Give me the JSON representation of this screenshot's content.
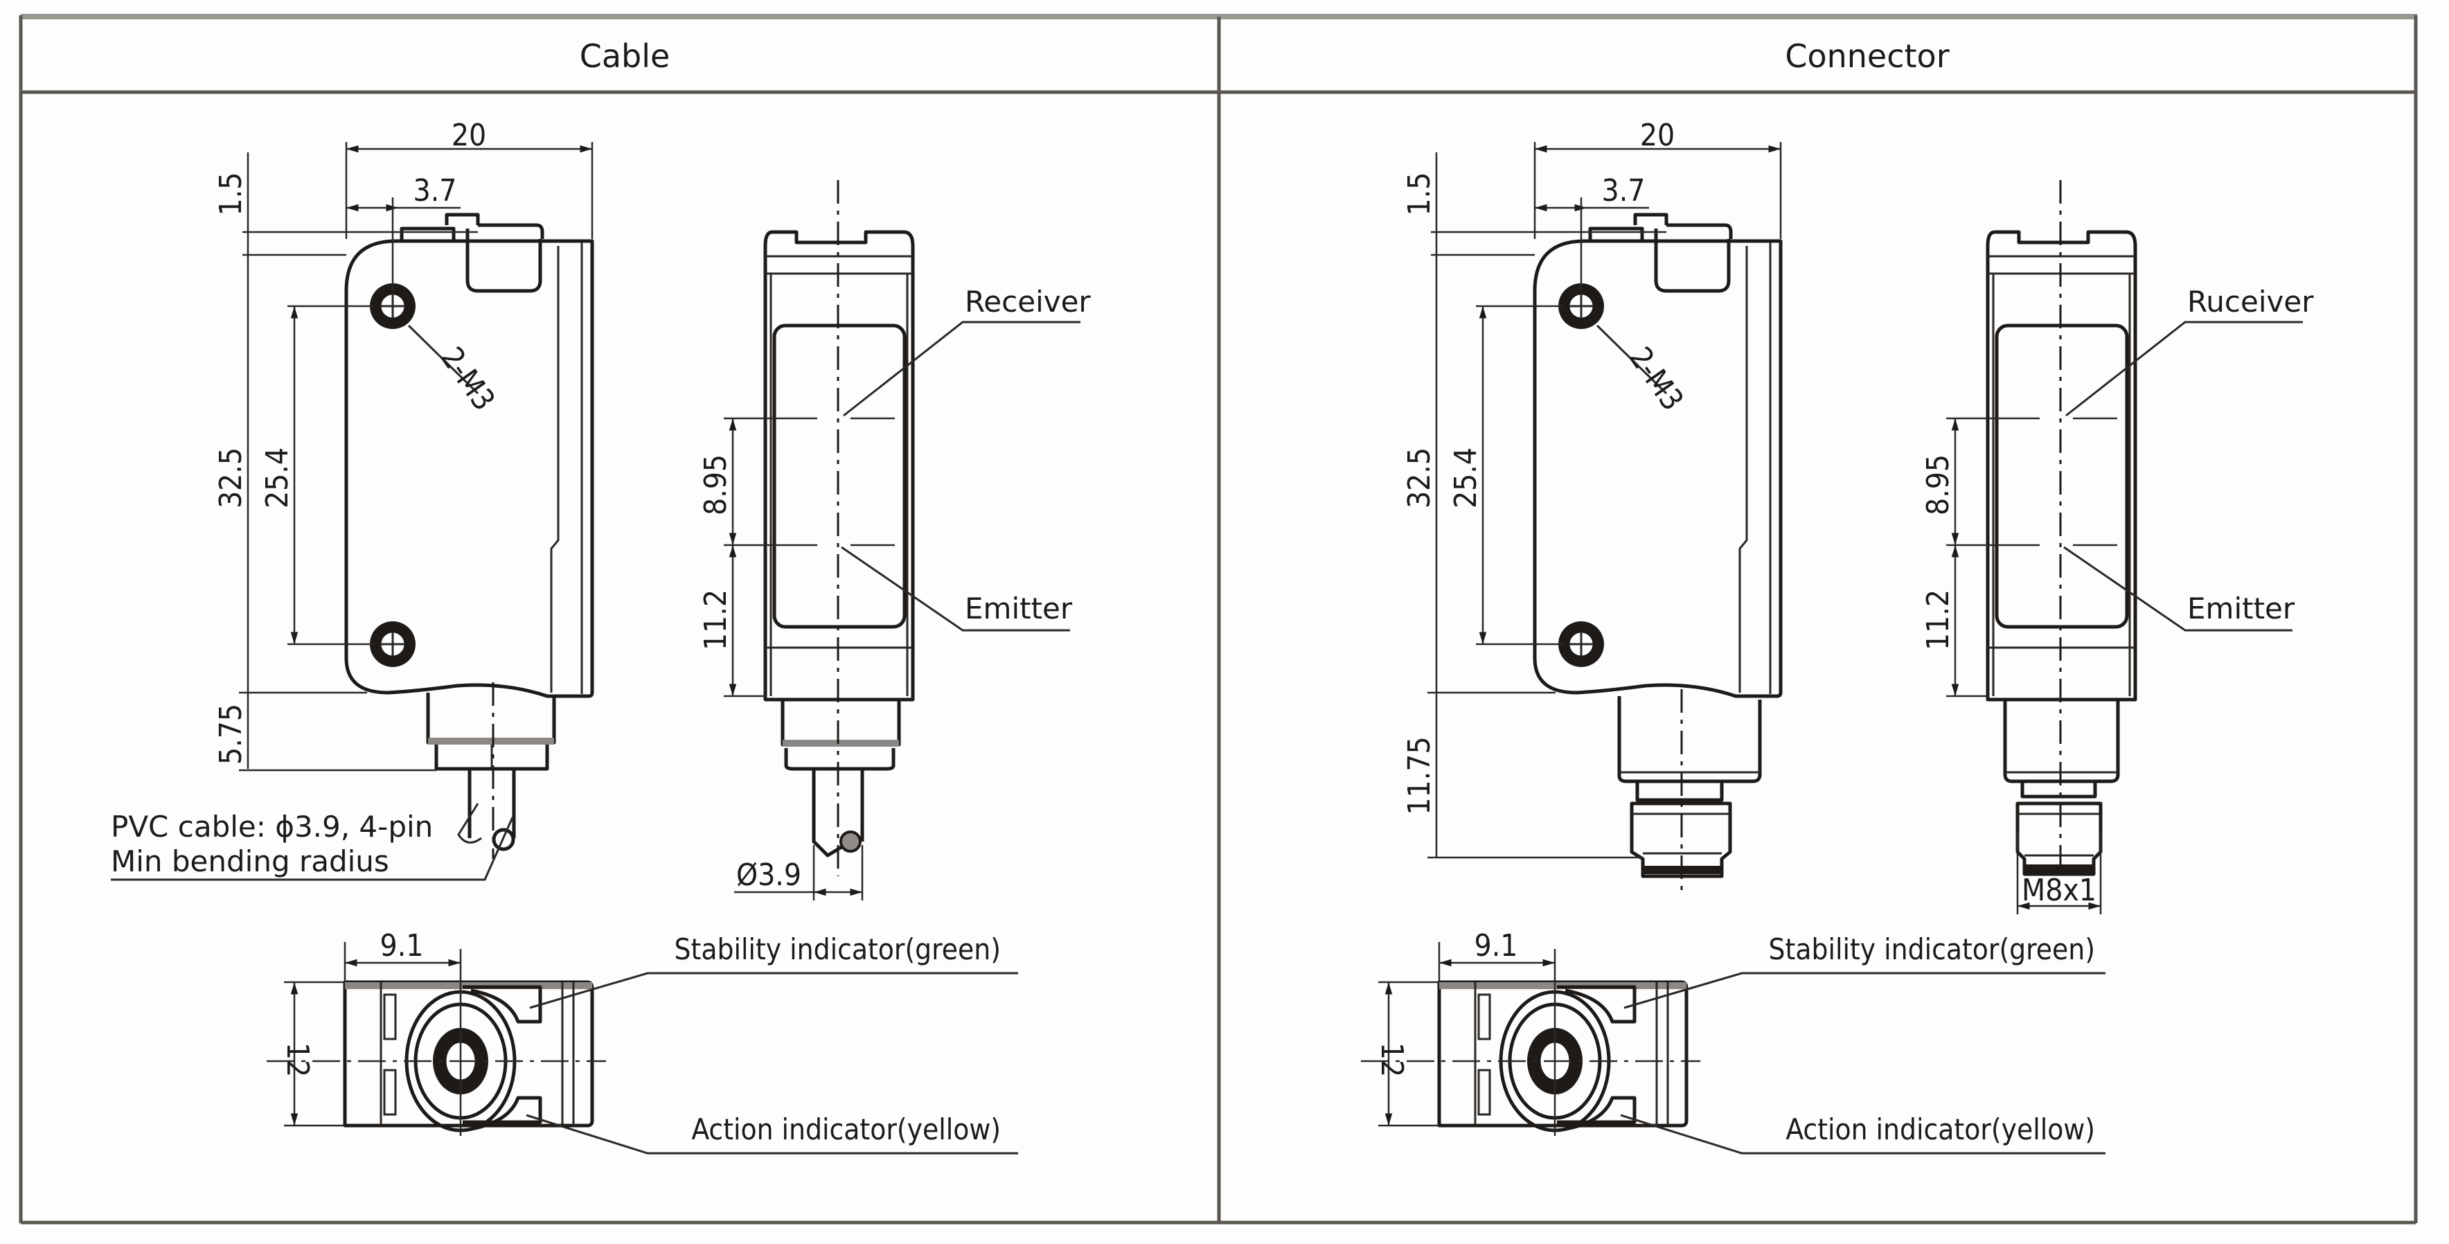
{
  "table": {
    "columns": [
      {
        "title": "Cable"
      },
      {
        "title": "Connector"
      }
    ]
  },
  "cable": {
    "side_view": {
      "width_dim": "20",
      "offset_dim": "3.7",
      "top_dim": "1.5",
      "height_dim": "32.5",
      "hole_pitch_dim": "25.4",
      "bottom_dim": "5.75",
      "hole_label": "2-M3"
    },
    "front_view": {
      "receiver_label": "Receiver",
      "emitter_label": "Emitter",
      "optical_pitch_dim": "8.95",
      "lower_dim": "11.2",
      "cable_diameter_dim": "Ø3.9"
    },
    "cable_note": {
      "line1": "PVC cable: ϕ3.9, 4-pin",
      "line2": "Min bending radius"
    },
    "bottom_view": {
      "offset_dim": "9.1",
      "depth_dim": "12",
      "stability_label": "Stability indicator(green)",
      "action_label": "Action indicator(yellow)"
    }
  },
  "connector": {
    "side_view": {
      "width_dim": "20",
      "offset_dim": "3.7",
      "top_dim": "1.5",
      "height_dim": "32.5",
      "hole_pitch_dim": "25.4",
      "bottom_dim": "11.75",
      "hole_label": "2-M3"
    },
    "front_view": {
      "receiver_label": "Ruceiver",
      "emitter_label": "Emitter",
      "optical_pitch_dim": "8.95",
      "lower_dim": "11.2",
      "thread_dim": "M8x1"
    },
    "bottom_view": {
      "offset_dim": "9.1",
      "depth_dim": "12",
      "stability_label": "Stability indicator(green)",
      "action_label": "Action indicator(yellow)"
    }
  }
}
